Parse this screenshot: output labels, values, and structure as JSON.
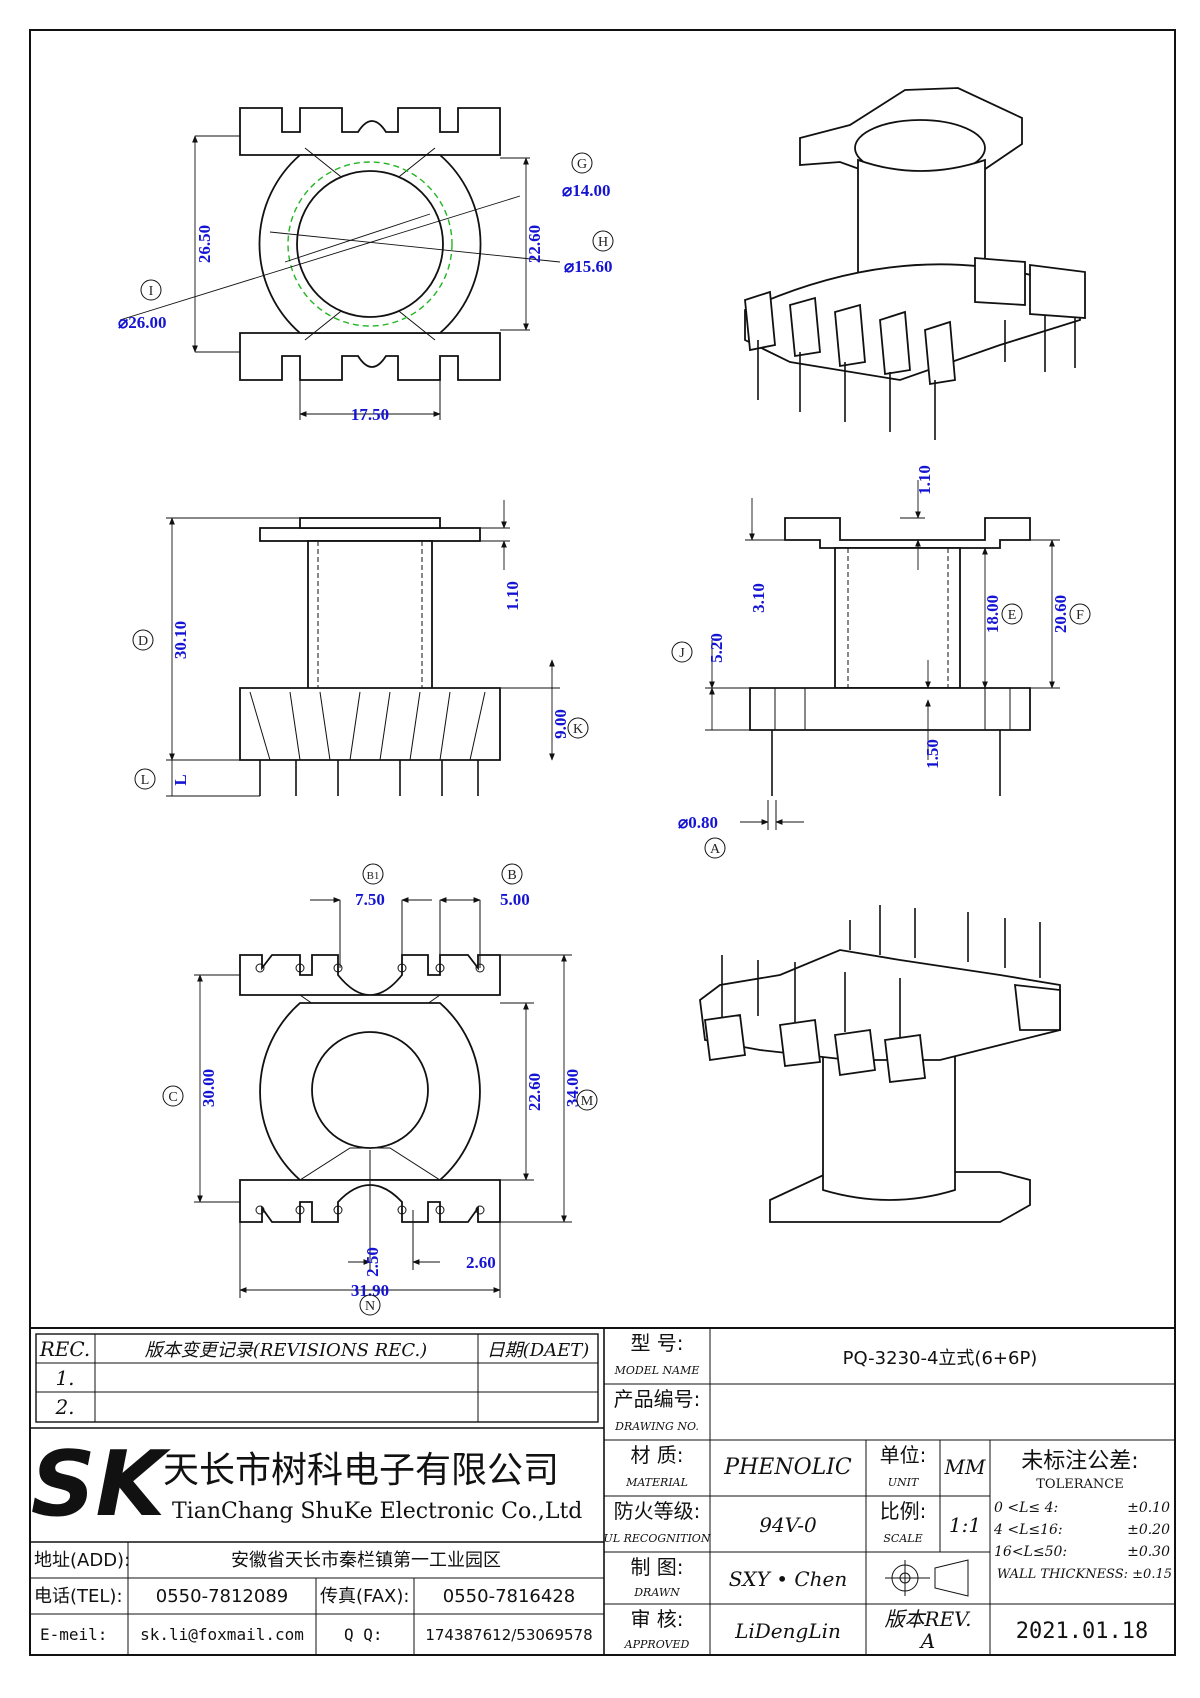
{
  "dimensions": {
    "top_height": "26.50",
    "top_inner": "22.60",
    "top_width": "17.50",
    "top_d14": "⌀14.00",
    "top_d156": "⌀15.60",
    "top_d26": "⌀26.00",
    "side_height": "30.10",
    "side_flange": "1.10",
    "side_base": "9.00",
    "side_pin": "L",
    "right_flange": "1.10",
    "right_310": "3.10",
    "right_520": "5.20",
    "right_1800": "18.00",
    "right_2060": "20.60",
    "right_150": "1.50",
    "right_pin": "⌀0.80",
    "bottom_750": "7.50",
    "bottom_500": "5.00",
    "bottom_3000": "30.00",
    "bottom_2260": "22.60",
    "bottom_3400": "34.00",
    "bottom_260": "2.60",
    "bottom_3190": "31.90",
    "bottom_250": "2.50"
  },
  "markers": {
    "A": "A",
    "B": "B",
    "B1": "B1",
    "C": "C",
    "D": "D",
    "E": "E",
    "F": "F",
    "G": "G",
    "H": "H",
    "I": "I",
    "J": "J",
    "K": "K",
    "L": "L",
    "M": "M",
    "N": "N"
  },
  "title_block": {
    "rev_header": "REC.",
    "rev_desc_header": "版本变更记录(REVISIONS REC.)",
    "rev_date_header": "日期(DAET)",
    "rev_rows": [
      "1.",
      "2."
    ],
    "model_label": "型  号:",
    "model_label_en": "MODEL NAME",
    "model_value": "PQ-3230-4立式(6+6P)",
    "drawing_label": "产品编号:",
    "drawing_label_en": "DRAWING NO.",
    "company_cn": "天长市树科电子有限公司",
    "company_en": "TianChang ShuKe Electronic Co.,Ltd",
    "material_label": "材  质:",
    "material_label_en": "MATERIAL",
    "material_value": "PHENOLIC",
    "unit_label": "单位:",
    "unit_label_en": "UNIT",
    "unit_value": "MM",
    "tolerance_label": "未标注公差:",
    "tolerance_label_en": "TOLERANCE",
    "tolerance_rows": [
      {
        "range": "0 <L≤ 4:",
        "value": "±0.10"
      },
      {
        "range": "4 <L≤16:",
        "value": "±0.20"
      },
      {
        "range": "16<L≤50:",
        "value": "±0.30"
      }
    ],
    "wall_thickness": "WALL THICKNESS: ±0.15",
    "fire_label": "防火等级:",
    "fire_label_en": "UL RECOGNITION",
    "fire_value": "94V-0",
    "scale_label": "比例:",
    "scale_label_en": "SCALE",
    "scale_value": "1:1",
    "drawn_label": "制  图:",
    "drawn_label_en": "DRAWN",
    "drawn_value": "SXY • Chen",
    "approved_label": "审  核:",
    "approved_label_en": "APPROVED",
    "approved_value": "LiDengLin",
    "rev_label": "版本REV.",
    "rev_value": "A",
    "date_value": "2021.01.18",
    "address_label": "地址(ADD):",
    "address_value": "安徽省天长市秦栏镇第一工业园区",
    "tel_label": "电话(TEL):",
    "tel_value": "0550-7812089",
    "fax_label": "传真(FAX):",
    "fax_value": "0550-7816428",
    "email_label": "E-meil:",
    "email_value": "sk.li@foxmail.com",
    "qq_label": "Q Q:",
    "qq_value": "174387612/53069578",
    "logo_text": "SK"
  }
}
